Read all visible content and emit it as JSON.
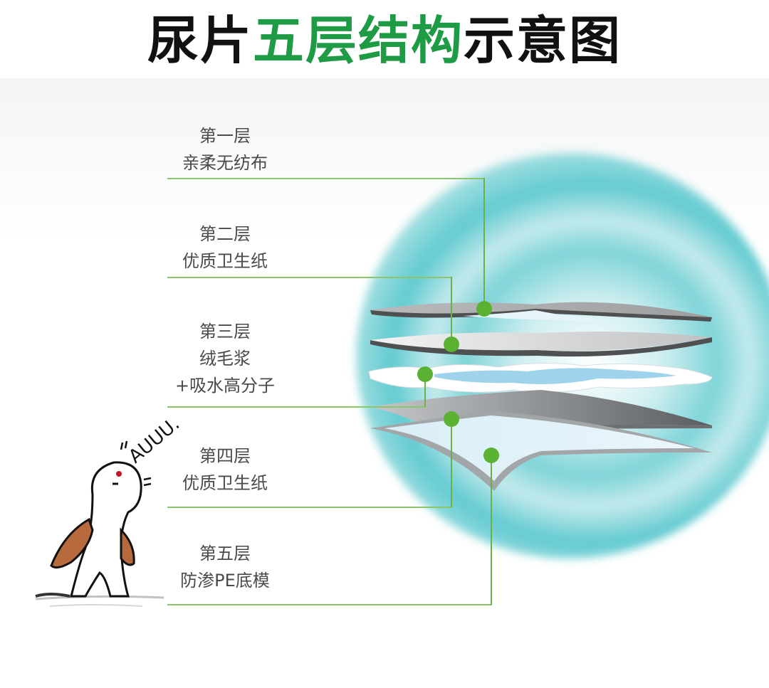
{
  "title": {
    "prefix": "尿片",
    "accent": "五层结构",
    "suffix": "示意图",
    "colors": {
      "text": "#111111",
      "accent": "#1f9a45"
    }
  },
  "layers": [
    {
      "name": "第一层",
      "material": "亲柔无纺布"
    },
    {
      "name": "第二层",
      "material": "优质卫生纸"
    },
    {
      "name": "第三层",
      "material": "绒毛浆",
      "material_extra": "+吸水高分子"
    },
    {
      "name": "第四层",
      "material": "优质卫生纸"
    },
    {
      "name": "第五层",
      "material": "防渗PE底模"
    }
  ],
  "illustration": {
    "dog_sound": "AUUU.",
    "leader_color": "#8dc56f",
    "dot_color": "#5bb132",
    "glow_color": "#5fc9cf"
  }
}
